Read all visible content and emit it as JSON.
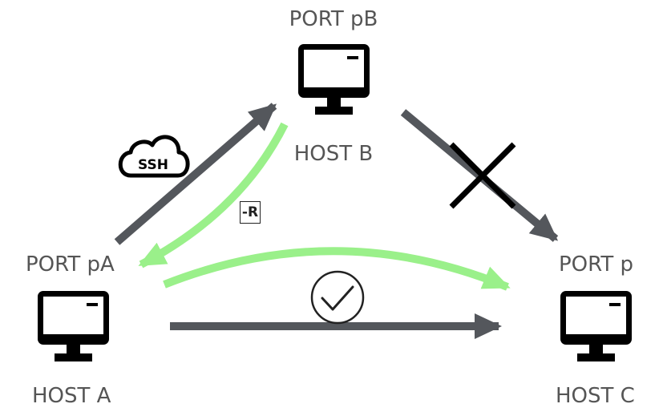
{
  "hosts": {
    "host_b": {
      "port_label": "PORT pB",
      "host_label": "HOST B"
    },
    "host_a": {
      "port_label": "PORT pA",
      "host_label": "HOST A"
    },
    "host_c": {
      "port_label": "PORT p",
      "host_label": "HOST C"
    }
  },
  "ssh_cloud_label": "SSH",
  "reverse_flag_label": "-R",
  "colors": {
    "arrow_gray": "#54575c",
    "arrow_green": "#9af08a",
    "label_gray": "#555555",
    "icon_black": "#000000"
  },
  "icons": [
    "monitor-icon",
    "ssh-cloud-icon",
    "cross-icon",
    "check-circle-icon"
  ]
}
